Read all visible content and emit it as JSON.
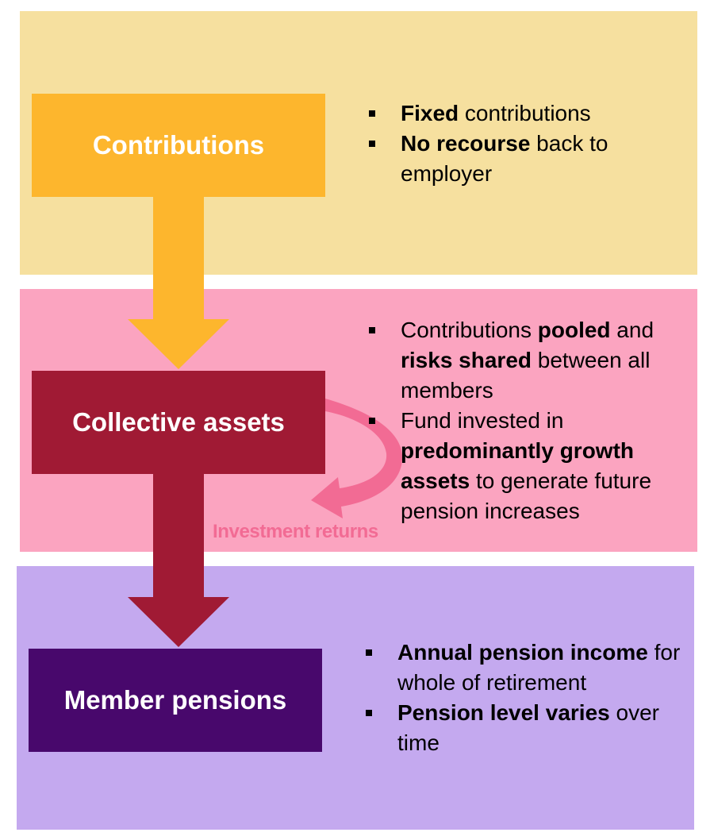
{
  "colors": {
    "contributions_band": "#f6e09f",
    "collective_band": "#fba4c0",
    "pensions_band": "#c4a9ef",
    "contributions_box": "#fdb62d",
    "collective_box": "#a01a34",
    "pensions_box": "#48086c",
    "returns_arrow": "#f26b94",
    "returns_label": "#f26b94"
  },
  "boxes": {
    "contributions": "Contributions",
    "collective": "Collective assets",
    "pensions": "Member pensions"
  },
  "returns_label": "Investment returns",
  "sections": {
    "contributions": {
      "bullets": [
        {
          "bold": "Fixed",
          "text": " contributions"
        },
        {
          "bold": "No recourse",
          "text": " back to employer"
        }
      ]
    },
    "collective": {
      "bullets": [
        {
          "pre": "Contributions ",
          "bold": "pooled",
          "mid": " and ",
          "bold2": "risks shared",
          "text": " between all members"
        },
        {
          "pre": "Fund invested in ",
          "bold": "predominantly growth assets",
          "text": " to generate future pension increases"
        }
      ]
    },
    "pensions": {
      "bullets": [
        {
          "bold": "Annual pension income",
          "text": " for whole of retirement"
        },
        {
          "bold": "Pension level varies",
          "text": " over time"
        }
      ]
    }
  }
}
